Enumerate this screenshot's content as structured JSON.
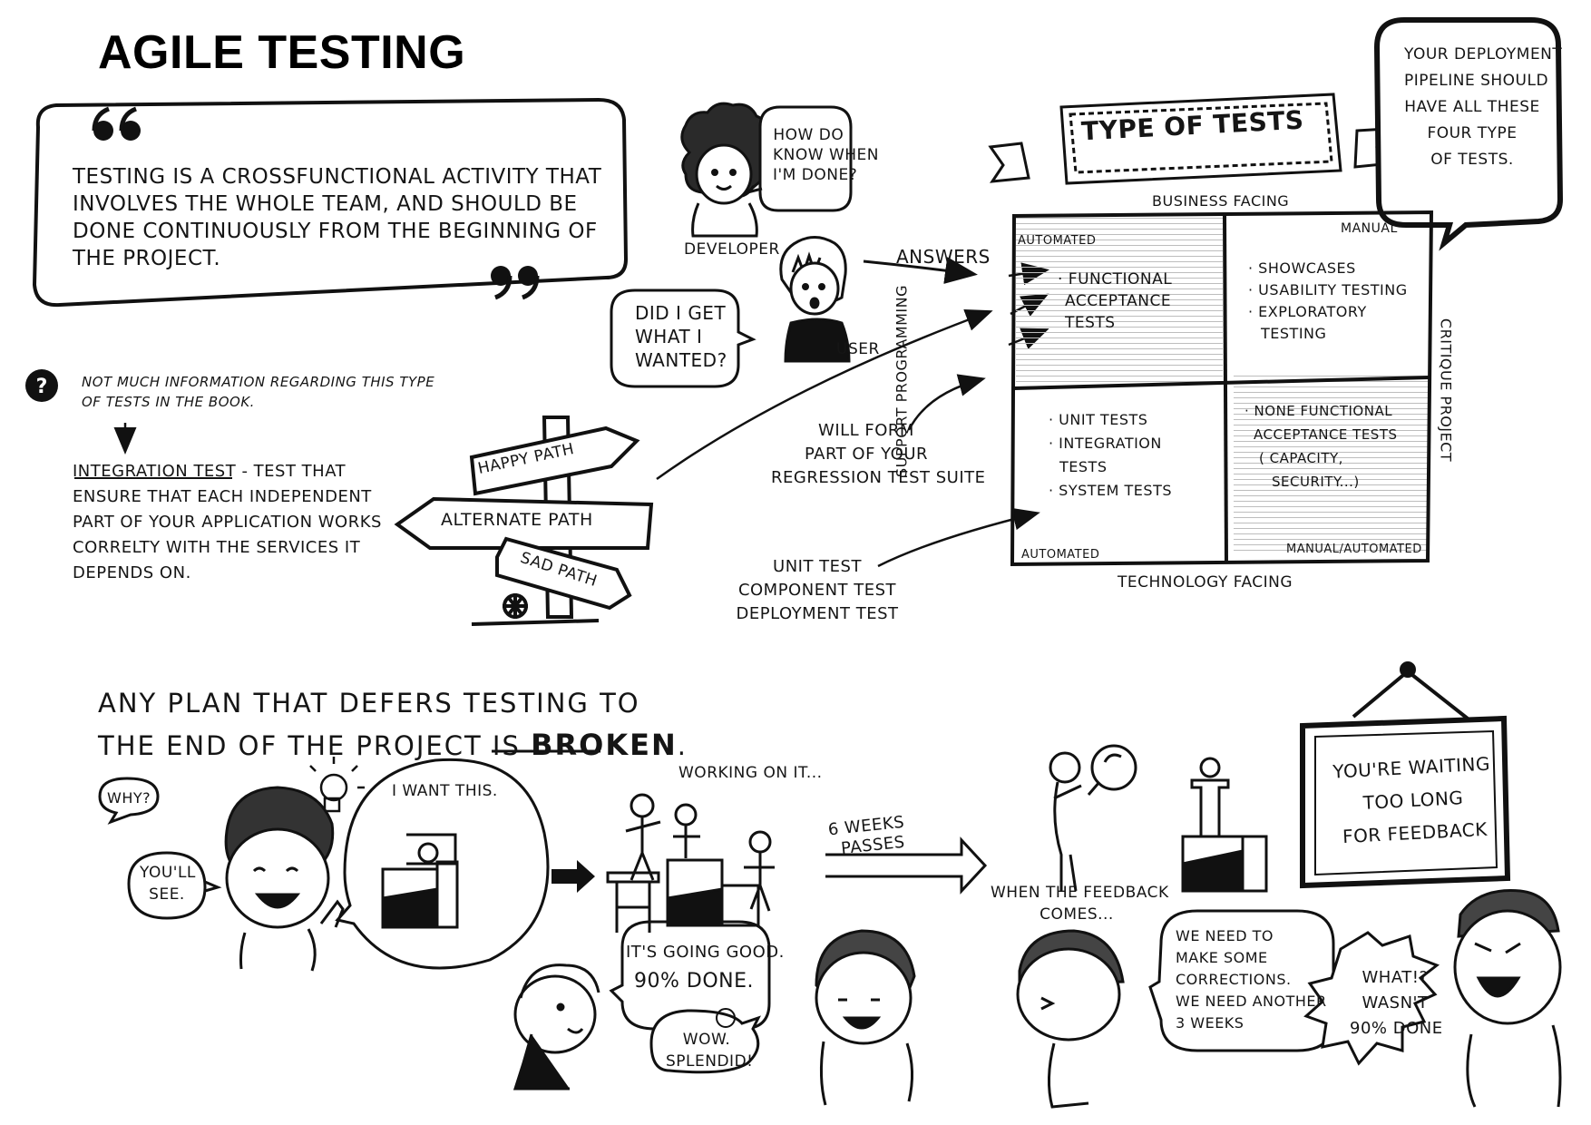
{
  "title": "AGILE TESTING",
  "quote": {
    "lines": [
      "TESTING IS A CROSSFUNCTIONAL ACTIVITY THAT",
      "INVOLVES THE WHOLE TEAM, AND SHOULD BE",
      "DONE CONTINUOUSLY FROM THE BEGINNING OF",
      "THE PROJECT."
    ]
  },
  "developer": {
    "label": "DEVELOPER",
    "bubble": [
      "HOW DO I",
      "KNOW WHEN",
      "I'M DONE?"
    ]
  },
  "user": {
    "label": "USER",
    "bubble": [
      "DID I GET",
      "WHAT I",
      "WANTED?"
    ]
  },
  "answers_label": "ANSWERS",
  "note": {
    "icon": "question-mark-icon",
    "lines": [
      "NOT MUCH INFORMATION REGARDING THIS TYPE",
      "OF TESTS IN THE BOOK."
    ]
  },
  "integration": {
    "term": "INTEGRATION TEST",
    "definition_first": " - TEST THAT",
    "lines": [
      "ENSURE THAT EACH INDEPENDENT",
      "PART OF YOUR APPLICATION WORKS",
      "CORRELTY WITH THE SERVICES IT",
      "DEPENDS ON."
    ]
  },
  "signpost": {
    "happy": "HAPPY PATH",
    "alternate": "ALTERNATE PATH",
    "sad": "SAD PATH"
  },
  "regression_note": [
    "WILL FORM",
    "PART OF YOUR",
    "REGRESSION TEST SUITE"
  ],
  "unit_note": [
    "UNIT TEST",
    "COMPONENT TEST",
    "DEPLOYMENT TEST"
  ],
  "banner": "TYPE OF TESTS",
  "deployment_bubble": [
    "YOUR DEPLOYMENT",
    "PIPELINE SHOULD",
    "HAVE ALL THESE",
    "FOUR TYPE",
    "OF TESTS."
  ],
  "quadrant": {
    "top_axis": "BUSINESS FACING",
    "bottom_axis": "TECHNOLOGY FACING",
    "left_axis": "SUPPORT PROGRAMMING",
    "right_axis": "CRITIQUE PROJECT",
    "q1": {
      "tag": "AUTOMATED",
      "items": [
        "· FUNCTIONAL",
        "ACCEPTANCE",
        "TESTS"
      ]
    },
    "q2": {
      "tag": "MANUAL",
      "items": [
        "· SHOWCASES",
        "· USABILITY TESTING",
        "· EXPLORATORY",
        "TESTING"
      ]
    },
    "q3": {
      "tag": "AUTOMATED",
      "items": [
        "· UNIT TESTS",
        "· INTEGRATION",
        "TESTS",
        "· SYSTEM TESTS"
      ]
    },
    "q4": {
      "tag": "MANUAL/AUTOMATED",
      "items": [
        "· NONE FUNCTIONAL",
        "ACCEPTANCE TESTS",
        "( CAPACITY,",
        "SECURITY...)"
      ]
    }
  },
  "plan": {
    "line1": "ANY PLAN THAT DEFERS TESTING TO",
    "line2_prefix": "THE END OF THE PROJECT IS ",
    "line2_emphasis": "BROKEN",
    "line2_suffix": "."
  },
  "comic": {
    "why": "WHY?",
    "youll_see": [
      "YOU'LL",
      "SEE."
    ],
    "want_this": "I WANT THIS.",
    "working": "WORKING ON IT...",
    "weeks": [
      "6 WEEKS",
      "PASSES"
    ],
    "going_good": [
      "IT'S GOING GOOD.",
      "90% DONE."
    ],
    "splendid": [
      "WOW.",
      "SPLENDID!"
    ],
    "feedback_comes": [
      "WHEN THE FEEDBACK",
      "COMES..."
    ],
    "corrections": [
      "WE NEED TO",
      "MAKE SOME",
      "CORRECTIONS.",
      "WE NEED ANOTHER",
      "3 WEEKS"
    ],
    "what": [
      "WHAT!?",
      "WASN'T",
      "90% DONE"
    ],
    "frame": [
      "YOU'RE WAITING",
      "TOO LONG",
      "FOR FEEDBACK"
    ]
  }
}
